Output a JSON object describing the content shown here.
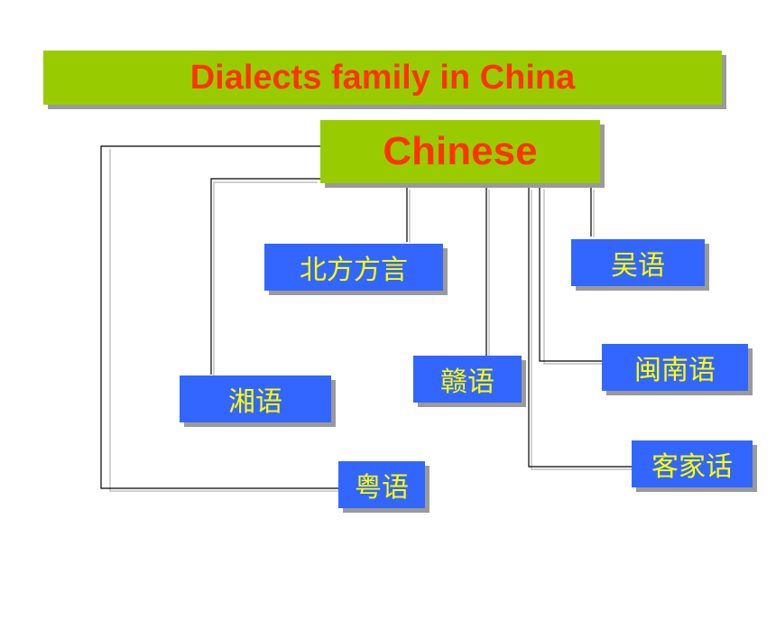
{
  "title": "Dialects family in China",
  "root": {
    "label": "Chinese"
  },
  "dialects": [
    {
      "id": "beifang",
      "label": "北方方言"
    },
    {
      "id": "wu",
      "label": "吴语"
    },
    {
      "id": "minnan",
      "label": "闽南语"
    },
    {
      "id": "gan",
      "label": "赣语"
    },
    {
      "id": "xiang",
      "label": "湘语"
    },
    {
      "id": "kejia",
      "label": "客家话"
    },
    {
      "id": "yue",
      "label": "粤语"
    }
  ],
  "colors": {
    "banner_fill": "#99cc00",
    "title_text": "#ff3300",
    "node_fill": "#3366ff",
    "node_text": "#ffff00",
    "shadow": "#9a9a9a"
  }
}
